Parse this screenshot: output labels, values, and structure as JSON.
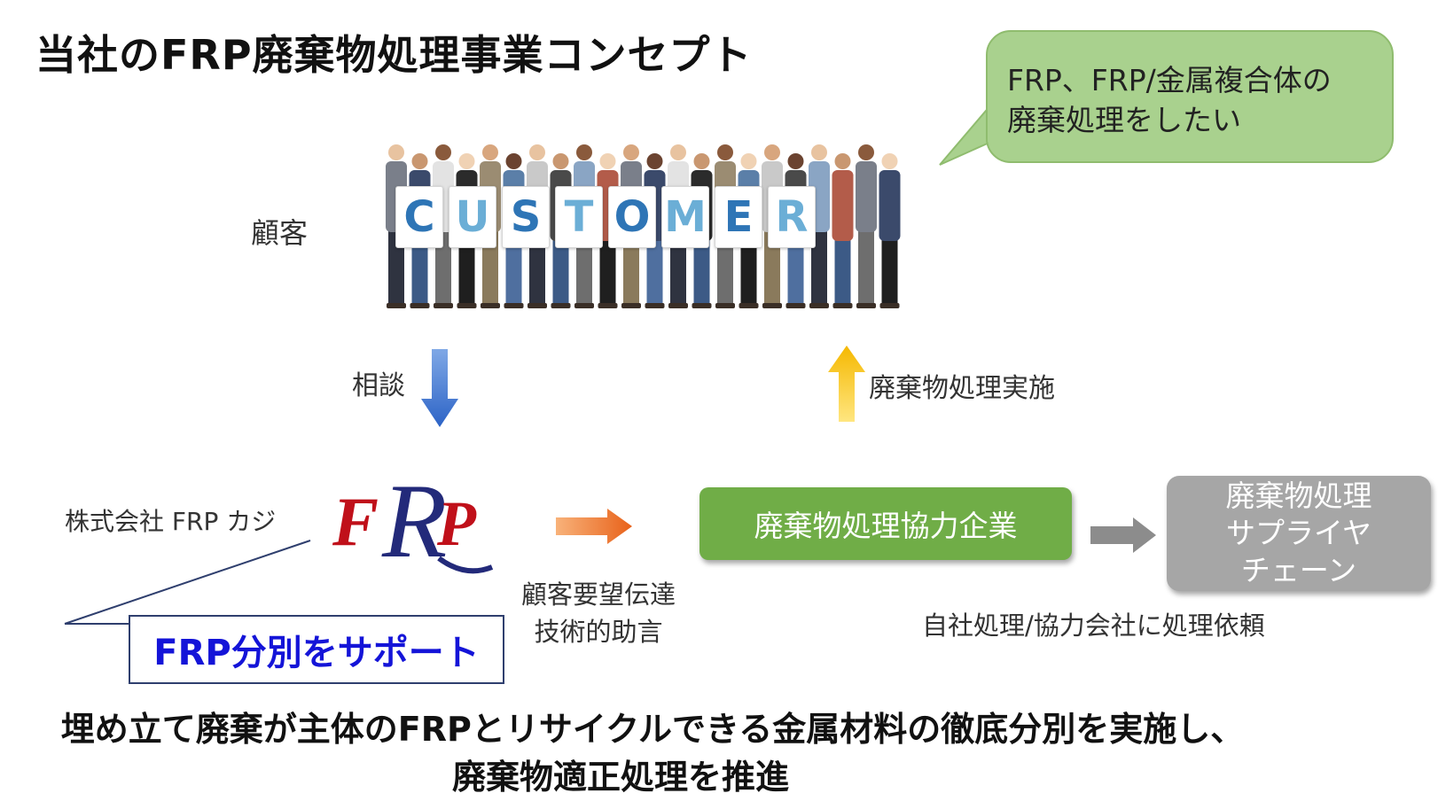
{
  "title": "当社のFRP廃棄物処理事業コンセプト",
  "bubble": {
    "line1": "FRP、FRP/金属複合体の",
    "line2": "廃棄処理をしたい"
  },
  "customer": {
    "label": "顧客",
    "letters": [
      "C",
      "U",
      "S",
      "T",
      "O",
      "M",
      "E",
      "R"
    ]
  },
  "arrows": {
    "consult": "相談",
    "disposal_done": "廃棄物処理実施",
    "relay_line1": "顧客要望伝達",
    "relay_line2": "技術的助言",
    "outsource": "自社処理/協力会社に処理依頼"
  },
  "company": {
    "name": "株式会社 FRP カジ",
    "logo_text": "FRP"
  },
  "support": "FRP分別をサポート",
  "partner_box": "廃棄物処理協力企業",
  "supplier_box": {
    "line1": "廃棄物処理",
    "line2": "サプライヤ",
    "line3": "チェーン"
  },
  "footer": {
    "line1": "埋め立て廃棄が主体のFRPとリサイクルできる金属材料の徹底分別を実施し、",
    "line2": "廃棄物適正処理を推進"
  },
  "colors": {
    "bubble": "#a9d18e",
    "partner": "#70ad47",
    "supplier": "#a6a6a6",
    "arrow_blue": "#2f6fd0",
    "arrow_yellow": "#f5b800",
    "arrow_orange": "#ed7d31",
    "arrow_gray": "#8c8c8c",
    "support_text": "#1414d8",
    "logo_red": "#c0101a",
    "logo_navy": "#232a7a"
  }
}
